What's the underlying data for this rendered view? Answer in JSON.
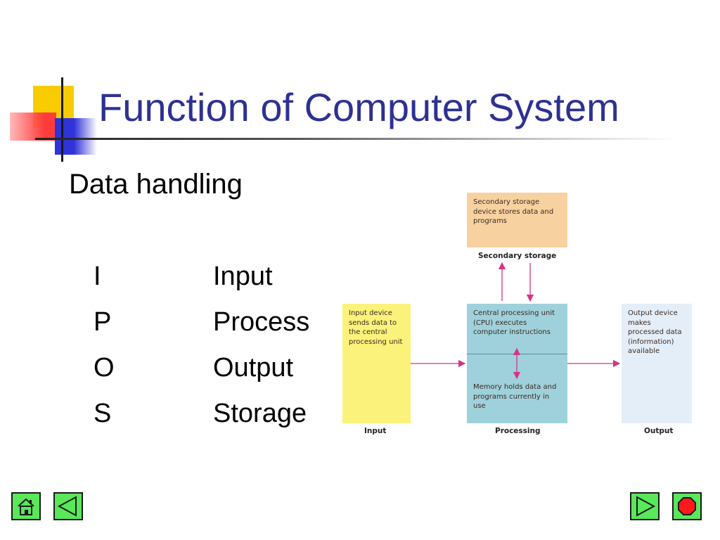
{
  "slide": {
    "title": "Function of Computer System",
    "subtitle": "Data handling"
  },
  "ipos": [
    {
      "letter": "I",
      "word": "Input"
    },
    {
      "letter": "P",
      "word": "Process"
    },
    {
      "letter": "O",
      "word": "Output"
    },
    {
      "letter": "S",
      "word": "Storage"
    }
  ],
  "diagram": {
    "secondary_storage": {
      "text": "Secondary storage device stores data and programs",
      "label": "Secondary storage",
      "color": "#f8d1a0"
    },
    "input": {
      "text": "Input device sends data to the central processing unit",
      "label": "Input",
      "color": "#fbf27c"
    },
    "cpu": {
      "text": "Central processing unit (CPU) executes computer instructions",
      "color": "#9fd1dc"
    },
    "memory": {
      "text": "Memory holds data and programs currently in use"
    },
    "processing_label": "Processing",
    "output": {
      "text": "Output device makes processed data (information) available",
      "label": "Output",
      "color": "#e4eef8"
    },
    "arrow_color": "#d63384"
  },
  "nav": {
    "home_icon": "house-icon",
    "back_icon": "triangle-left-icon",
    "forward_icon": "triangle-right-icon",
    "end_icon": "stop-octagon-icon",
    "button_color": "#59e85a"
  }
}
